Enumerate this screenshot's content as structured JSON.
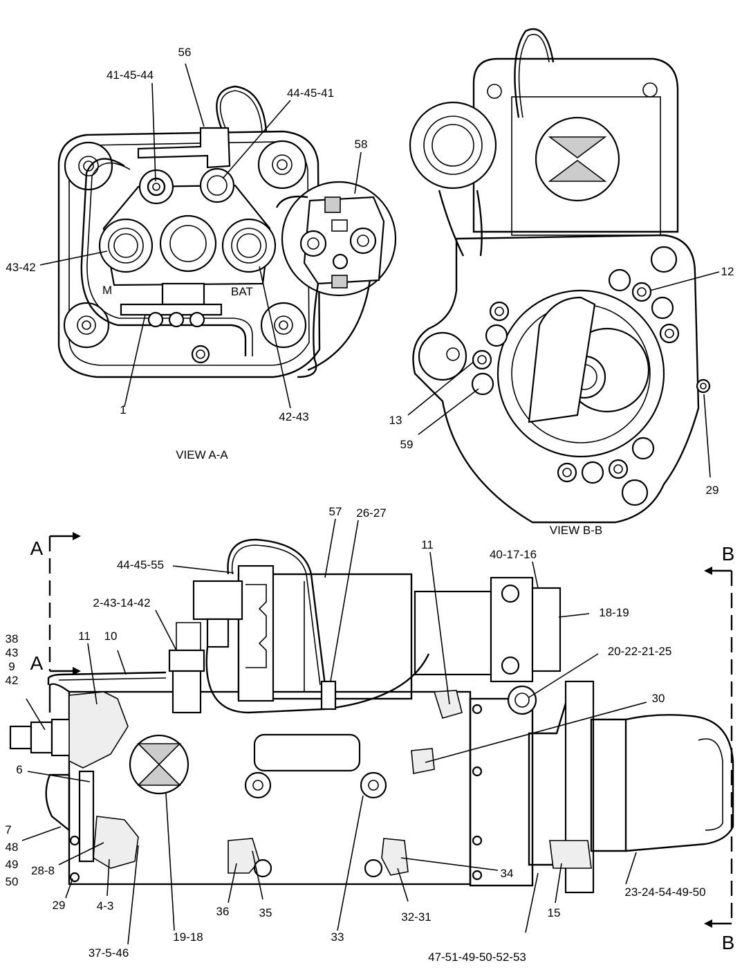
{
  "views": {
    "view_aa": "VIEW  A-A",
    "view_bb": "VIEW  B-B"
  },
  "section_markers": {
    "a": "A",
    "b": "B"
  },
  "callouts": {
    "c_56": "56",
    "c_41_45_44": "41-45-44",
    "c_44_45_41": "44-45-41",
    "c_58": "58",
    "c_43_42": "43-42",
    "c_1": "1",
    "c_42_43": "42-43",
    "c_12": "12",
    "c_13": "13",
    "c_59": "59",
    "c_29_bb": "29",
    "c_57": "57",
    "c_26_27": "26-27",
    "c_11_top": "11",
    "c_40_17_16": "40-17-16",
    "c_44_45_55": "44-45-55",
    "c_18_19": "18-19",
    "c_2_43_14_42": "2-43-14-42",
    "c_20_22_21_25": "20-22-21-25",
    "c_38": "38",
    "c_43": "43",
    "c_9": "9",
    "c_42": "42",
    "c_11_left": "11",
    "c_10": "10",
    "c_30": "30",
    "c_6": "6",
    "c_7": "7",
    "c_48": "48",
    "c_49": "49",
    "c_50": "50",
    "c_28_8": "28-8",
    "c_29_left": "29",
    "c_4_3": "4-3",
    "c_37_5_46": "37-5-46",
    "c_19_18": "19-18",
    "c_36": "36",
    "c_35": "35",
    "c_33": "33",
    "c_32_31": "32-31",
    "c_34": "34",
    "c_47_51_49_50_52_53": "47-51-49-50-52-53",
    "c_15": "15",
    "c_23_24_54_49_50": "23-24-54-49-50"
  },
  "terminal_text": {
    "bat": "BAT"
  }
}
